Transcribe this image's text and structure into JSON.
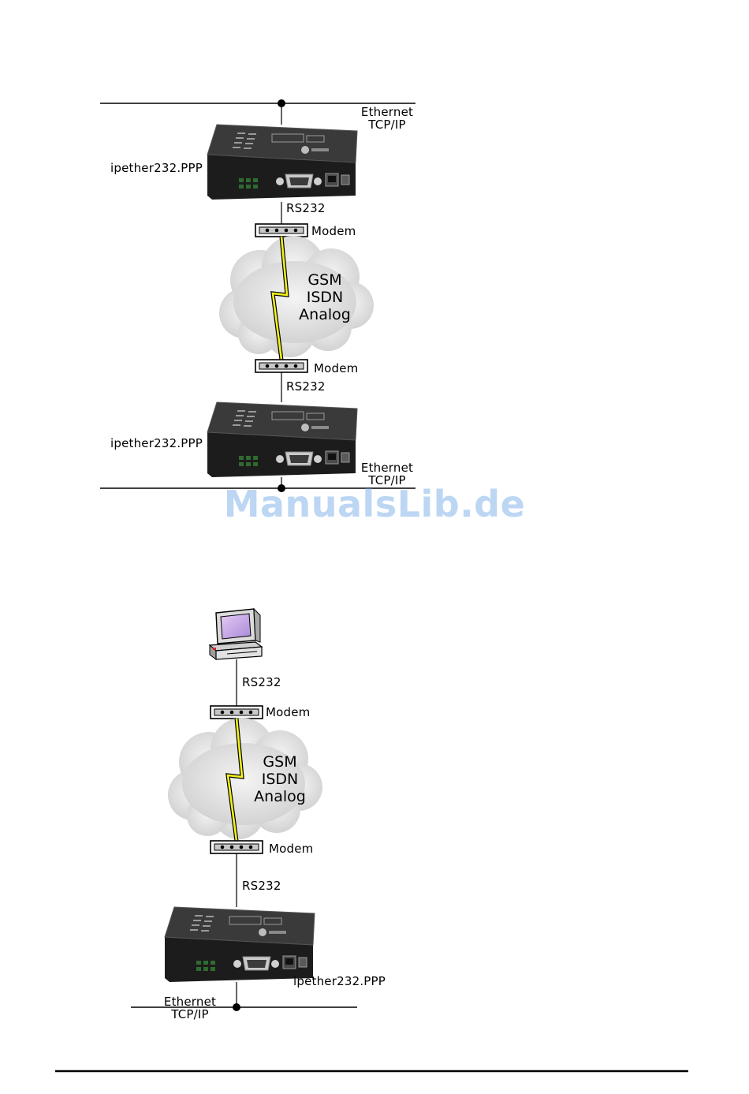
{
  "diagram1": {
    "top_net": {
      "line1": "Ethernet",
      "line2": "TCP/IP"
    },
    "device_top": "ipether232.PPP",
    "rs232_top": "RS232",
    "modem_top": "Modem",
    "cloud": {
      "line1": "GSM",
      "line2": "ISDN",
      "line3": "Analog"
    },
    "modem_bottom": "Modem",
    "rs232_bottom": "RS232",
    "device_bottom": "ipether232.PPP",
    "bottom_net": {
      "line1": "Ethernet",
      "line2": "TCP/IP"
    }
  },
  "diagram2": {
    "rs232_top": "RS232",
    "modem_top": "Modem",
    "cloud": {
      "line1": "GSM",
      "line2": "ISDN",
      "line3": "Analog"
    },
    "modem_bottom": "Modem",
    "rs232_bottom": "RS232",
    "device": "ipether232.PPP",
    "net": {
      "line1": "Ethernet",
      "line2": "TCP/IP"
    }
  },
  "watermark": "ManualsLib.de",
  "colors": {
    "lightning": "#f2f21a",
    "cloud": "#e4e4e4",
    "watermark": "#bcd6f3",
    "device": "#1e1e1e"
  }
}
